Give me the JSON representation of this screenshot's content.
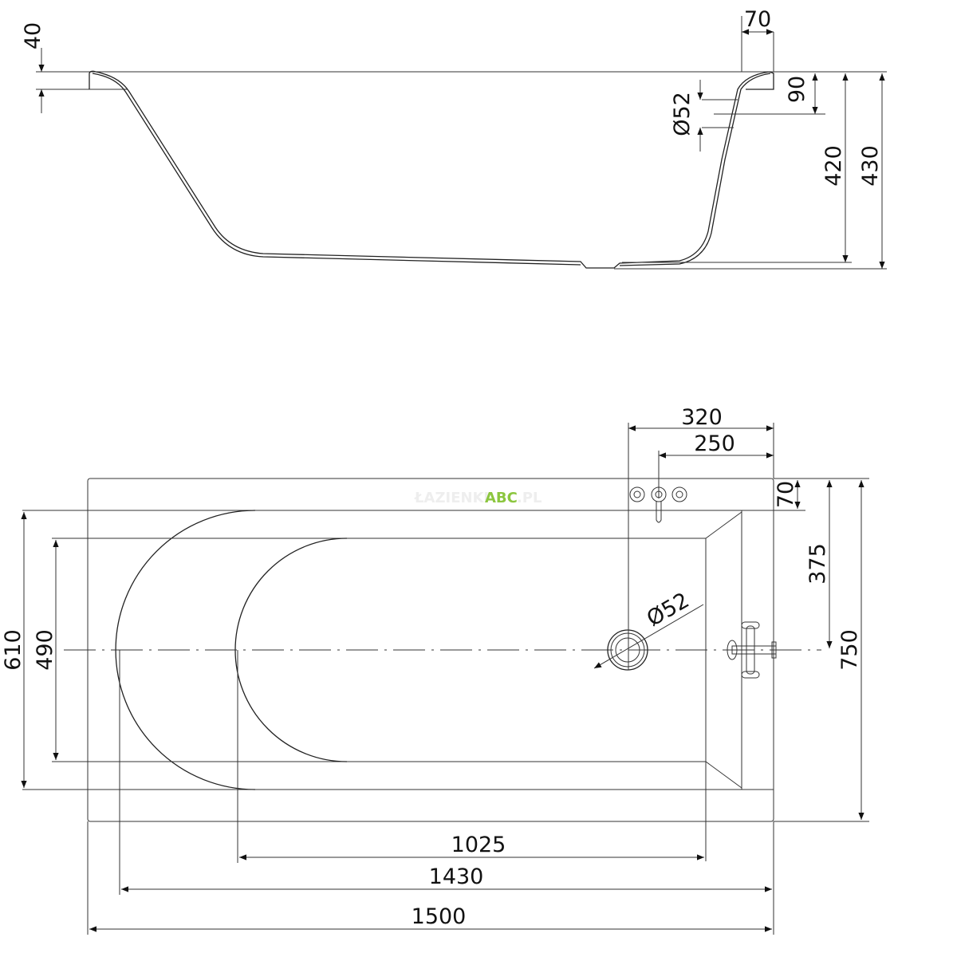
{
  "watermark": {
    "prefix": "ŁAZIENKI",
    "brand": "ABC",
    "suffix": ".PL",
    "brand_color": "#8cc63f"
  },
  "side_view": {
    "dims": {
      "rim_thickness": "40",
      "rim_width": "70",
      "overflow_height": "90",
      "overflow_diameter": "Ø52",
      "inner_depth": "420",
      "total_height": "430"
    }
  },
  "plan_view": {
    "dims": {
      "overflow_offset": "320",
      "tap_offset": "250",
      "rim_edge": "70",
      "drain_offset": "375",
      "total_width": "750",
      "outer_inner_width": "610",
      "inner_width": "490",
      "drain_diameter": "Ø52",
      "bottom_length": "1025",
      "inner_length": "1430",
      "total_length": "1500"
    }
  }
}
